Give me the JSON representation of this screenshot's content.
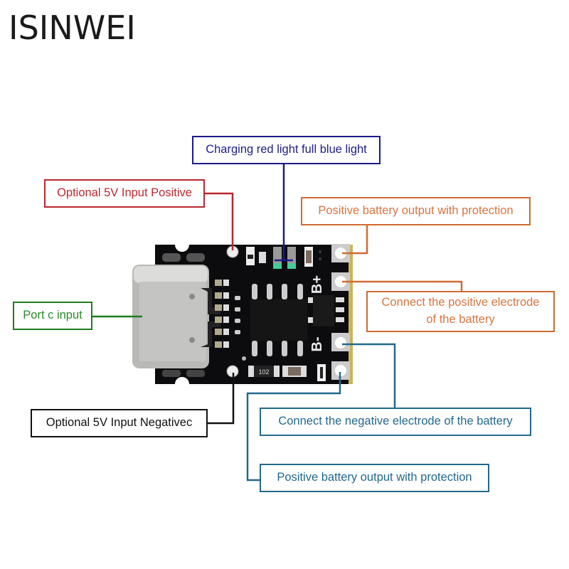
{
  "brand": "ISINWEI",
  "labels": {
    "charging_led": "Charging red light full blue light",
    "vin_positive": "Optional 5V Input Positive",
    "out_positive_top": "Positive battery output with protection",
    "batt_positive": [
      "Connect the positive electrode",
      "of the battery"
    ],
    "port_c": "Port c input",
    "vin_negative": "Optional 5V Input Negativec",
    "batt_negative": "Connect the negative electrode of the battery",
    "out_positive_bottom": "Positive battery output with protection"
  },
  "board": {
    "silkscreen_b_plus": "B+",
    "silkscreen_b_minus": "B-",
    "resistor_code": "102"
  },
  "colors": {
    "blue": "#1a1a8a",
    "red": "#b8272d",
    "orange": "#d06a32",
    "green": "#1f7d1f",
    "black": "#111111",
    "teal": "#23698c",
    "pcb": "#0c0c0e"
  }
}
